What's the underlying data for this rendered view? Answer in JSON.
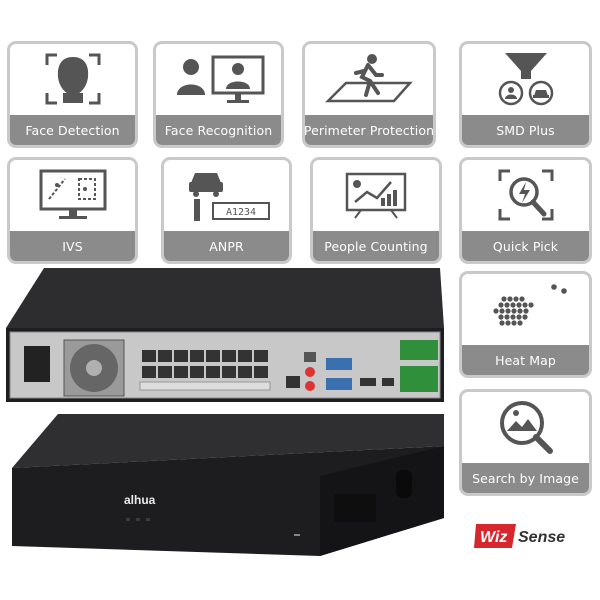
{
  "features": [
    {
      "id": "face-detection",
      "label": "Face Detection",
      "icon": "face-scan-icon"
    },
    {
      "id": "face-recognition",
      "label": "Face Recognition",
      "icon": "face-match-icon"
    },
    {
      "id": "perimeter-protection",
      "label": "Perimeter Protection",
      "icon": "running-person-zone-icon"
    },
    {
      "id": "smd-plus",
      "label": "SMD Plus",
      "icon": "funnel-filter-icon"
    },
    {
      "id": "ivs",
      "label": "IVS",
      "icon": "monitor-zones-icon"
    },
    {
      "id": "anpr",
      "label": "ANPR",
      "icon": "car-plate-icon"
    },
    {
      "id": "people-counting",
      "label": "People Counting",
      "icon": "chart-board-icon"
    },
    {
      "id": "quick-pick",
      "label": "Quick Pick",
      "icon": "magnifier-bolt-icon"
    },
    {
      "id": "heat-map",
      "label": "Heat Map",
      "icon": "dot-cluster-icon"
    },
    {
      "id": "search-by-image",
      "label": "Search by Image",
      "icon": "image-search-icon"
    }
  ],
  "device": {
    "brand_text": "alhua",
    "plate_text": "A1234"
  },
  "logo": {
    "part1": "Wiz",
    "part2": "Sense",
    "accent_color": "#d6262e",
    "text_color": "#333333"
  },
  "colors": {
    "tile_border": "#c9c9c9",
    "tile_label_bg": "#8b8b8b",
    "device_body": "#2b2b2d"
  }
}
